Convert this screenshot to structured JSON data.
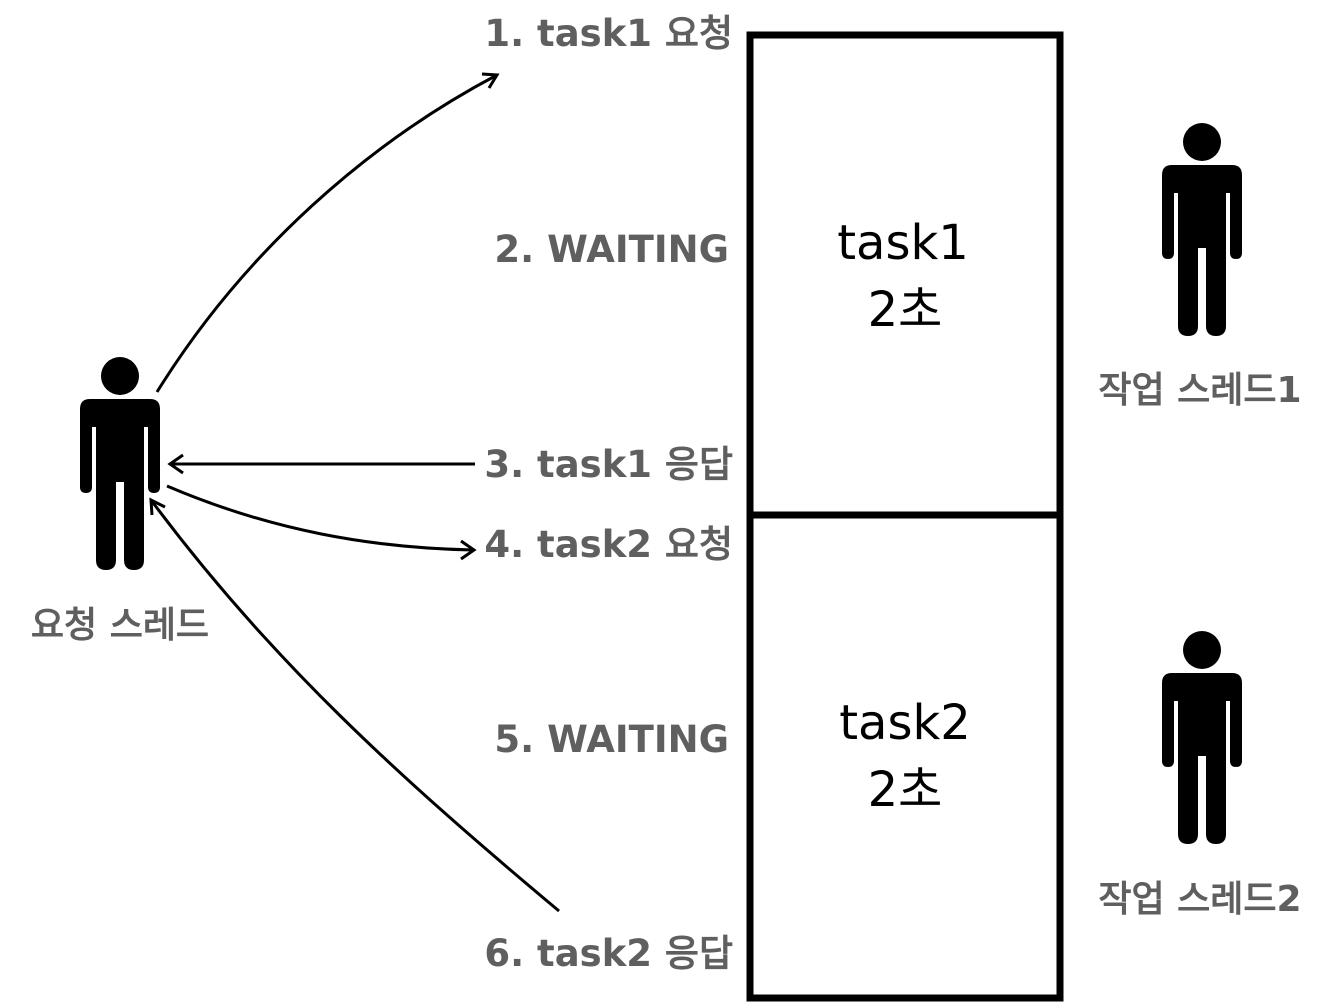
{
  "steps": {
    "s1": "1. task1 요청",
    "s2": "2. WAITING",
    "s3": "3. task1 응답",
    "s4": "4. task2 요청",
    "s5": "5. WAITING",
    "s6": "6. task2 응답"
  },
  "tasks": [
    {
      "name": "task1",
      "duration": "2초"
    },
    {
      "name": "task2",
      "duration": "2초"
    }
  ],
  "actors": {
    "request_thread": "요청 스레드",
    "worker_thread_1": "작업 스레드1",
    "worker_thread_2": "작업 스레드2"
  },
  "colors": {
    "label_gray": "#5f5f5f",
    "line_black": "#000000"
  }
}
